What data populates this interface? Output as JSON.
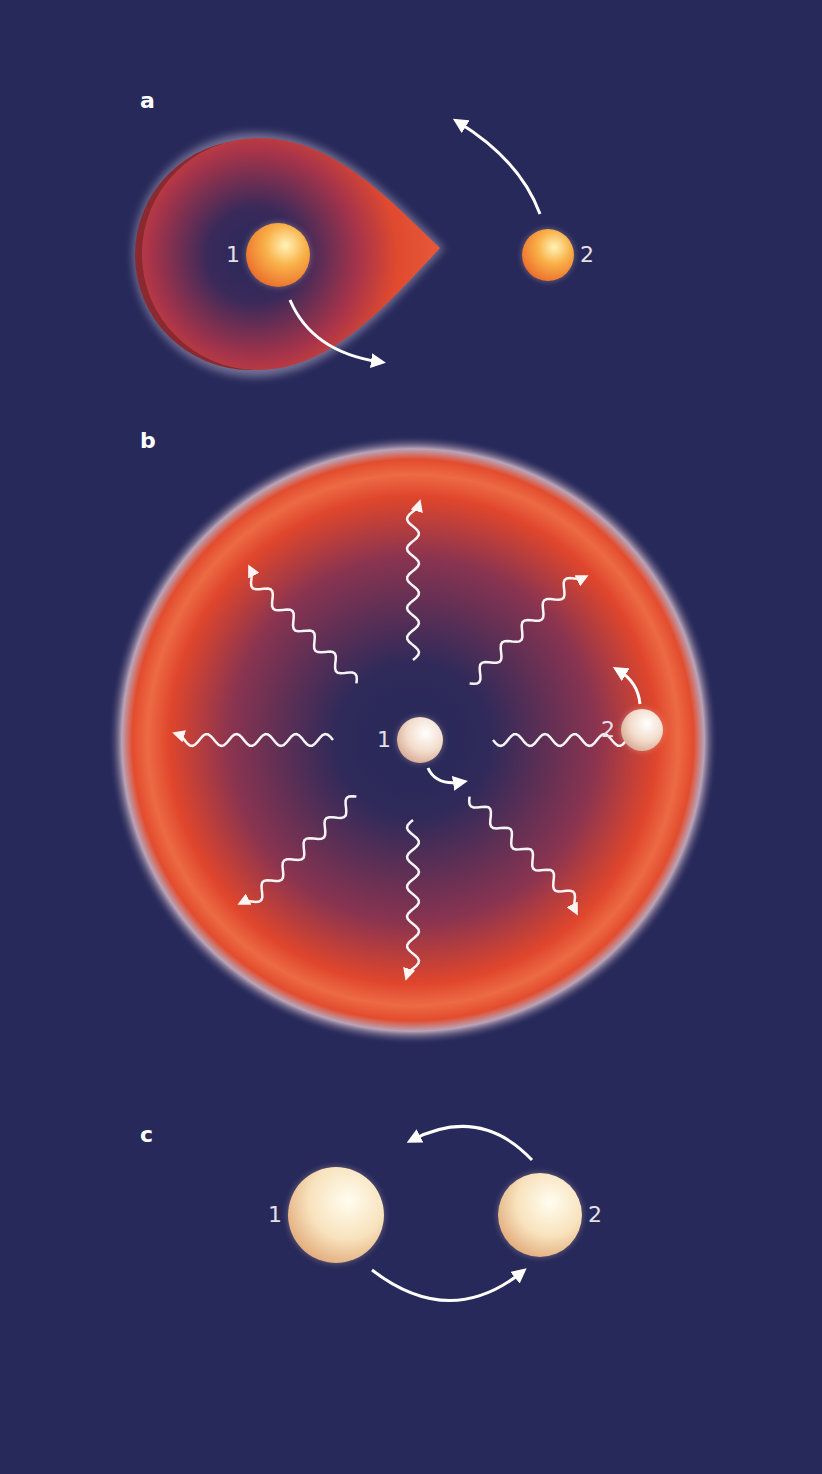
{
  "diagram": {
    "nodes": [
      {
        "text": [
          "1"
        ]
      },
      {
        "text": [
          "2"
        ]
      },
      {
        "text": [
          "1"
        ]
      },
      {
        "text": [
          "2"
        ]
      },
      {
        "text": [
          "1"
        ]
      },
      {
        "text": [
          "2"
        ]
      }
    ],
    "labels": [
      "a",
      "b",
      "c"
    ]
  }
}
